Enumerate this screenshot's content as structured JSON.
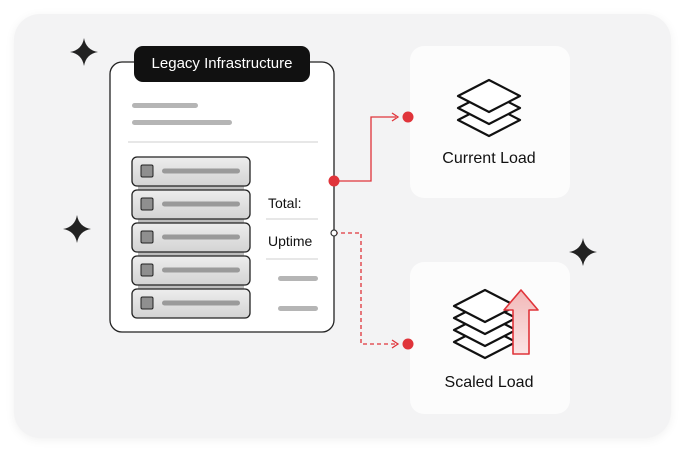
{
  "legacy": {
    "title": "Legacy Infrastructure",
    "total_label": "Total:",
    "uptime_label": "Uptime"
  },
  "current": {
    "label": "Current Load"
  },
  "scaled": {
    "label": "Scaled Load"
  },
  "icons": {
    "stack": "layers-stack-icon",
    "arrow": "up-arrow-icon",
    "sparkle": "sparkle-icon",
    "server": "server-rack-icon"
  },
  "colors": {
    "accent_red": "#e0343a",
    "arrow_fill": "#f6c9c9",
    "dark": "#111111",
    "panel_bg": "#ffffff",
    "canvas_bg": "#f3f3f4"
  }
}
